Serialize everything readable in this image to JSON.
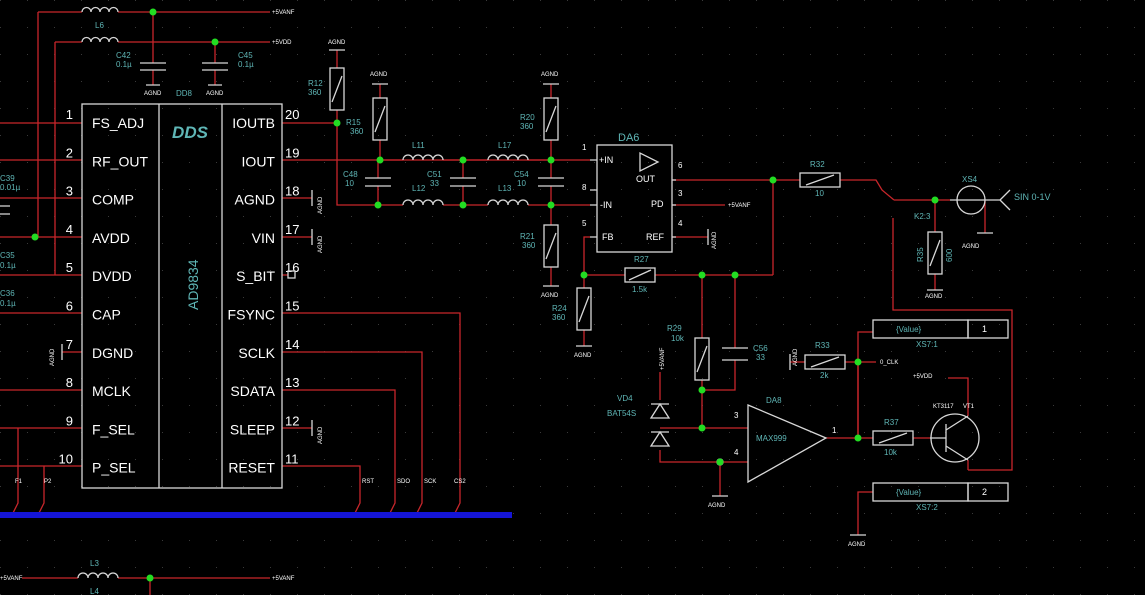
{
  "colors": {
    "background": "#000000",
    "wire": "#c8262b",
    "component": "#d8d8d8",
    "junction": "#22dd22",
    "bus": "#1515d6",
    "label_cyan": "#5fb6b6",
    "text": "#ffffff"
  },
  "power": {
    "vanf": "+5VANF",
    "vdd": "+5VDD",
    "agnd": "AGND",
    "tag_agnd": "AGND",
    "tag_vanf": "+5VANF"
  },
  "passives": {
    "L6": "L6",
    "C42": "C42",
    "C42v": "0.1µ",
    "C45": "C45",
    "C45v": "0.1µ",
    "DD8": "DD8",
    "R12": "R12",
    "R12v": "360",
    "R15": "R15",
    "R15v": "360",
    "L11": "L11",
    "L12": "L12",
    "L17": "L17",
    "L13": "L13",
    "C48": "C48",
    "C48v": "10",
    "C51": "C51",
    "C51v": "33",
    "C54": "C54",
    "C54v": "10",
    "R20": "R20",
    "R20v": "360",
    "R21": "R21",
    "R21v": "360",
    "R24": "R24",
    "R24v": "360",
    "R27": "R27",
    "R27v": "1.5k",
    "R29": "R29",
    "R29v": "10k",
    "C56": "C56",
    "C56v": "33",
    "R32": "R32",
    "R32v": "10",
    "R33": "R33",
    "R33v": "2k",
    "R35": "R35",
    "R35v": "600",
    "R37": "R37",
    "R37v": "10k",
    "K2": "K2:3",
    "C39": "C39",
    "C39v": "0.01µ",
    "C35": "C35",
    "C35v": "0.1µ",
    "C36": "C36",
    "C36v": "0.1µ",
    "L3": "L3",
    "L4": "L4"
  },
  "dds": {
    "name": "DDS",
    "part": "AD9834",
    "left_pins": [
      {
        "num": "1",
        "name": "FS_ADJ"
      },
      {
        "num": "2",
        "name": "RF_OUT"
      },
      {
        "num": "3",
        "name": "COMP"
      },
      {
        "num": "4",
        "name": "AVDD"
      },
      {
        "num": "5",
        "name": "DVDD"
      },
      {
        "num": "6",
        "name": "CAP"
      },
      {
        "num": "7",
        "name": "DGND"
      },
      {
        "num": "8",
        "name": "MCLK"
      },
      {
        "num": "9",
        "name": "F_SEL"
      },
      {
        "num": "10",
        "name": "P_SEL"
      }
    ],
    "right_pins": [
      {
        "num": "20",
        "name": "IOUTB"
      },
      {
        "num": "19",
        "name": "IOUT"
      },
      {
        "num": "18",
        "name": "AGND"
      },
      {
        "num": "17",
        "name": "VIN"
      },
      {
        "num": "16",
        "name": "S_BIT"
      },
      {
        "num": "15",
        "name": "FSYNC"
      },
      {
        "num": "14",
        "name": "SCLK"
      },
      {
        "num": "13",
        "name": "SDATA"
      },
      {
        "num": "12",
        "name": "SLEEP"
      },
      {
        "num": "11",
        "name": "RESET"
      }
    ]
  },
  "da6": {
    "name": "DA6",
    "in_p": "+IN",
    "in_n": "-IN",
    "fb": "FB",
    "out": "OUT",
    "pd": "PD",
    "ref": "REF",
    "p1": "1",
    "p8": "8",
    "p5": "5",
    "p6": "6",
    "p3": "3",
    "p4": "4"
  },
  "da8": {
    "name": "DA8",
    "part": "MAX999",
    "p1": "1",
    "p3": "3",
    "p4": "4"
  },
  "diode": {
    "ref": "VD4",
    "part": "BAT54S"
  },
  "connectors": {
    "xs4": "XS4",
    "sin": "SIN 0-1V",
    "xs71_value": "{Value}",
    "xs71_num": "1",
    "xs71_ref": "XS7:1",
    "xs72_value": "{Value}",
    "xs72_num": "2",
    "xs72_ref": "XS7:2",
    "o_clk": "0_CLK",
    "vt1": "VT1",
    "vt1_part": "KT3117"
  },
  "bus_nets": {
    "f1": "F1",
    "p2": "P2",
    "rst": "RST",
    "sdo": "SDO",
    "sck": "SCK",
    "cs2": "CS2"
  }
}
